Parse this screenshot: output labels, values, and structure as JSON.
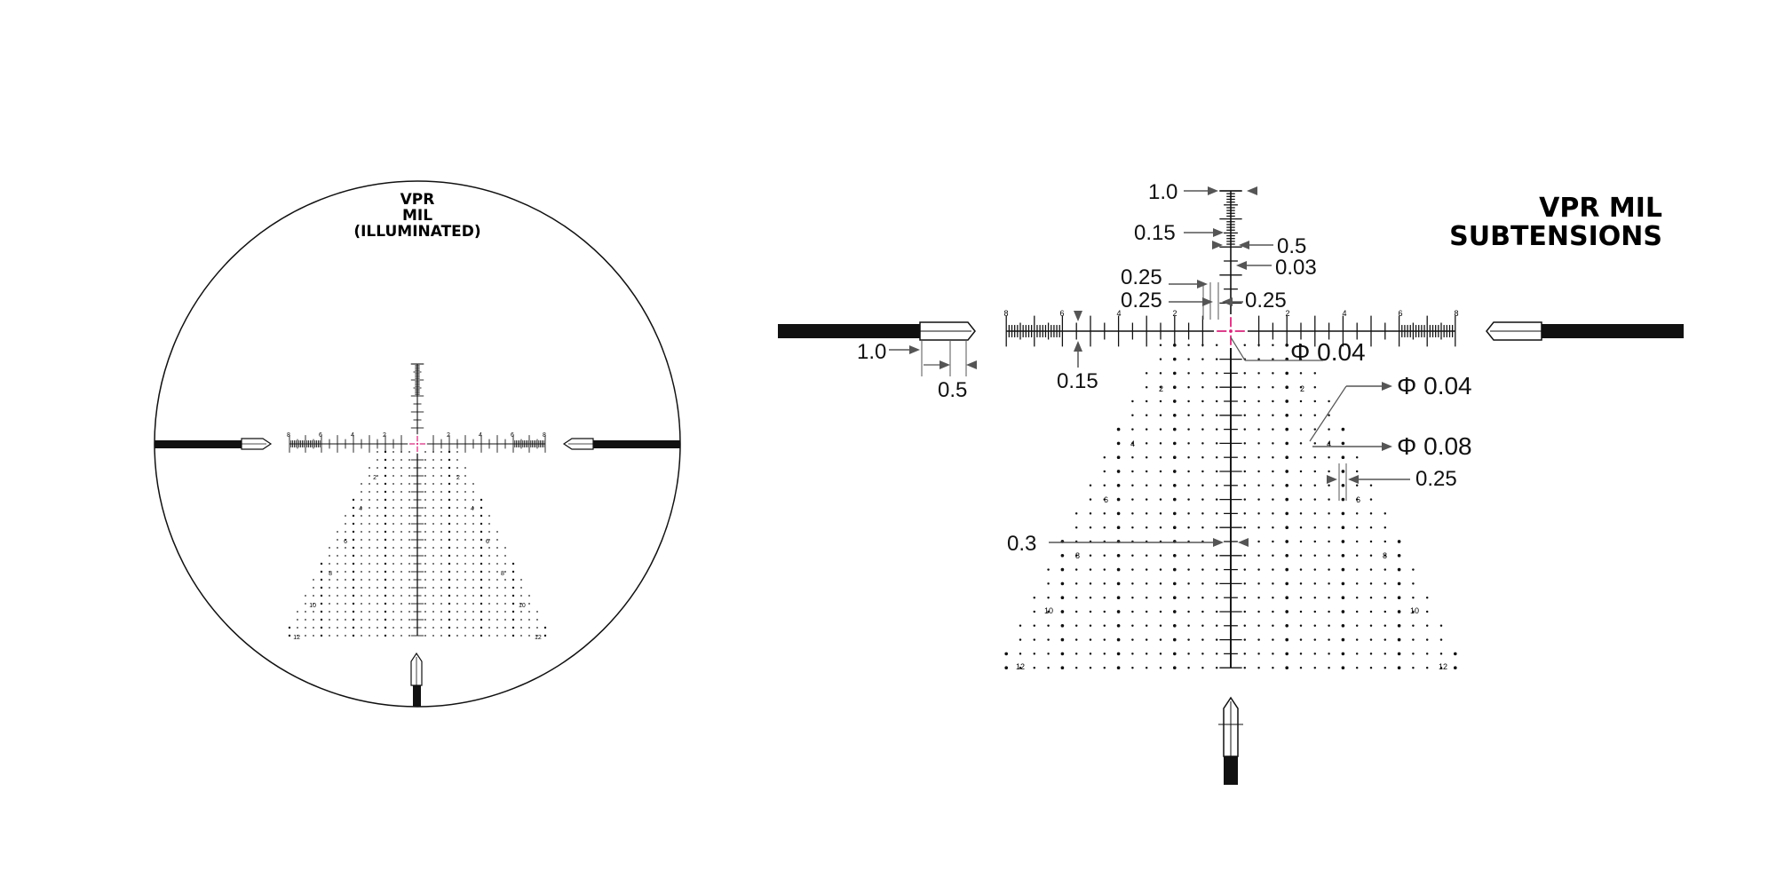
{
  "left_reticle": {
    "title_lines": [
      "VPR",
      "MIL",
      "(ILLUMINATED)"
    ],
    "h_scale_labels": [
      "8",
      "6",
      "4",
      "2",
      "2",
      "4",
      "6",
      "8"
    ],
    "v_row_labels_left": [
      "2",
      "4",
      "6",
      "8",
      "10",
      "12"
    ],
    "v_row_labels_right": [
      "2",
      "4",
      "6",
      "8",
      "10",
      "12"
    ]
  },
  "right_reticle": {
    "title_lines": [
      "VPR MIL",
      "SUBTENSIONS"
    ],
    "h_scale_labels": [
      "8",
      "6",
      "4",
      "2",
      "2",
      "4",
      "6",
      "8"
    ],
    "v_row_labels_left": [
      "2",
      "4",
      "6",
      "8",
      "10",
      "12"
    ],
    "v_row_labels_right": [
      "2",
      "4",
      "6",
      "8",
      "10",
      "12"
    ],
    "callouts": {
      "top_1_0": "1.0",
      "top_0_15": "0.15",
      "top_0_5": "0.5",
      "top_0_03": "0.03",
      "upper_0_25_a": "0.25",
      "upper_0_25_b": "0.25",
      "upper_0_25_c": "0.25",
      "dot_center": "Φ 0.04",
      "post_1_0": "1.0",
      "post_0_5": "0.5",
      "scale_0_15": "0.15",
      "dot_small": "Φ 0.04",
      "dot_large": "Φ 0.08",
      "gap_0_25": "0.25",
      "stem_0_3": "0.3"
    }
  },
  "colors": {
    "ink": "#111111",
    "illumination": "#d6247a",
    "callout": "#555555"
  }
}
